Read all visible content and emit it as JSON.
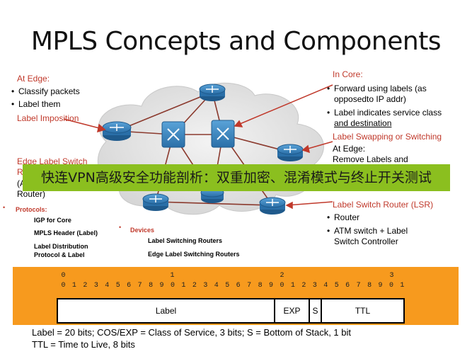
{
  "title": "MPLS Concepts and Components",
  "left": {
    "edge_heading": "At Edge:",
    "edge_bullets": [
      "Classify packets",
      "Label them"
    ],
    "label_imposition": "Label Imposition",
    "edge_lsr_line1": "Edge Label Switch",
    "edge_lsr_line2": "R",
    "edge_lsr_line3": "(A",
    "edge_lsr_line4": "Router)",
    "protocols_heading": "Protocols:",
    "protocols": [
      "IGP for Core",
      "MPLS Header (Label)",
      "Label Distribution",
      "Protocol & Label"
    ]
  },
  "devices": {
    "heading": "Devices",
    "items": [
      "Label Switching Routers",
      "Edge Label Switching Routers"
    ]
  },
  "right": {
    "core_heading": "In Core:",
    "core_bullets": [
      {
        "l1": "Forward using labels (as",
        "l2": "opposedto IP addr)"
      },
      {
        "l1": "Label indicates service class",
        "l2": "and destination"
      }
    ],
    "label_swapping": "Label Swapping or Switching",
    "at_edge_line1": "At Edge:",
    "at_edge_line2": "Remove Labels and",
    "lsr_heading": "Label Switch Router (LSR)",
    "lsr_bullets": [
      {
        "l1": "Router",
        "l2": ""
      },
      {
        "l1": "ATM switch + Label",
        "l2": "Switch Controller"
      }
    ]
  },
  "banner": "快连VPN高级安全功能剖析：双重加密、混淆模式与终止开关测试",
  "bit_tens": [
    "0",
    "1",
    "2",
    "3"
  ],
  "bit_units": [
    "0",
    "1",
    "2",
    "3",
    "4",
    "5",
    "6",
    "7",
    "8",
    "9",
    "0",
    "1",
    "2",
    "3",
    "4",
    "5",
    "6",
    "7",
    "8",
    "9",
    "0",
    "1",
    "2",
    "3",
    "4",
    "5",
    "6",
    "7",
    "8",
    "9",
    "0",
    "1"
  ],
  "header_fields": {
    "label": "Label",
    "exp": "EXP",
    "s": "S",
    "ttl": "TTL"
  },
  "footer": {
    "line1": "Label = 20 bits; COS/EXP = Class of Service, 3 bits; S = Bottom of Stack, 1 bit",
    "line2": "TTL = Time to Live, 8 bits"
  },
  "colors": {
    "red_text": "#c0392b",
    "router_blue": "#2a6fa8",
    "cloud": "#e6e6e6",
    "banner": "#8bbf1f",
    "header_band": "#f79a1e"
  }
}
